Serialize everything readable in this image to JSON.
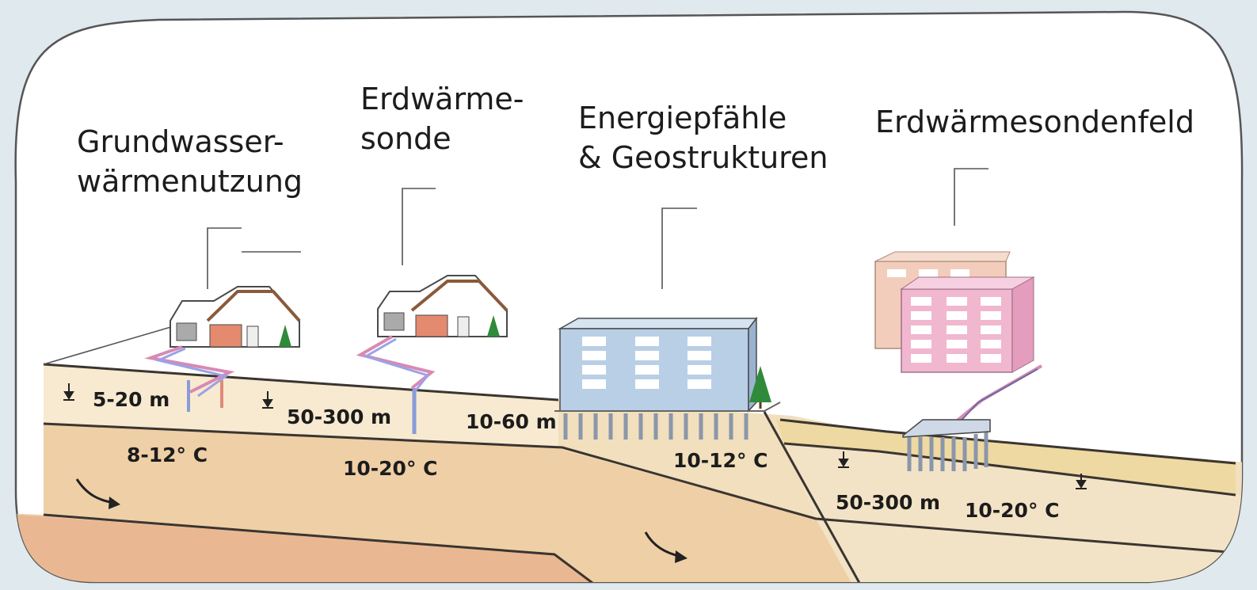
{
  "colors": {
    "background": "#dfe9ee",
    "frame_fill": "#ffffff",
    "soil_top": "#f7ead0",
    "soil_mid": "#f1dfbd",
    "soil_deep": "#efcfa6",
    "soil_bottom": "#e9b892",
    "aquifer": "#efd9a2",
    "building_blue": "#b9cfe6",
    "building_pink": "#f0b7cf",
    "building_peach": "#f2cdbb"
  },
  "systems": [
    {
      "title_line1": "Grundwasser-",
      "title_line2": "wärmenutzung",
      "depth": "5-20 m",
      "temperature": "8-12° C"
    },
    {
      "title_line1": "Erdwärme-",
      "title_line2": "sonde",
      "depth": "50-300 m",
      "temperature": "10-20° C"
    },
    {
      "title_line1": "Energiepfähle",
      "title_line2": "& Geostrukturen",
      "depth": "10-60 m",
      "temperature": "10-12° C"
    },
    {
      "title_line1": "Erdwärmesondenfeld",
      "title_line2": "",
      "depth": "50-300 m",
      "temperature": "10-20° C"
    }
  ],
  "icons": [
    "house-icon",
    "apartment-building-icon",
    "tree-icon",
    "water-table-arrow-icon",
    "groundwater-flow-arrow-icon"
  ]
}
